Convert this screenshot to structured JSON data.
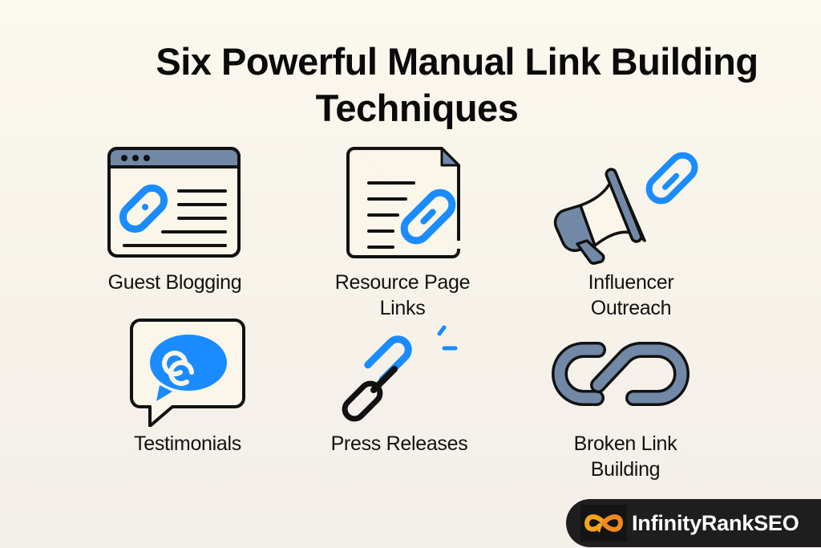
{
  "title": {
    "line1": "Six Powerful Manual Link Building",
    "line2": "Techniques"
  },
  "techniques": [
    {
      "label_line1": "Guest Blogging",
      "label_line2": "",
      "icon": "browser-link-icon"
    },
    {
      "label_line1": "Resource Page",
      "label_line2": "Links",
      "icon": "document-link-icon"
    },
    {
      "label_line1": "Influencer",
      "label_line2": "Outreach",
      "icon": "megaphone-link-icon"
    },
    {
      "label_line1": "Testimonials",
      "label_line2": "",
      "icon": "speech-bubble-link-icon"
    },
    {
      "label_line1": "Press Releases",
      "label_line2": "",
      "icon": "chain-link-icon"
    },
    {
      "label_line1": "Broken Link",
      "label_line2": "Building",
      "icon": "broken-link-icon"
    }
  ],
  "brand": {
    "name": "InfinityRankSEO",
    "logo": "infinity-logo-icon"
  },
  "colors": {
    "accent_blue": "#1a8cff",
    "slate": "#7189a6",
    "outline": "#111111",
    "paper": "#fbf6ea",
    "brand_orange": "#f5a31a",
    "brand_bg": "#1e1e1e"
  }
}
